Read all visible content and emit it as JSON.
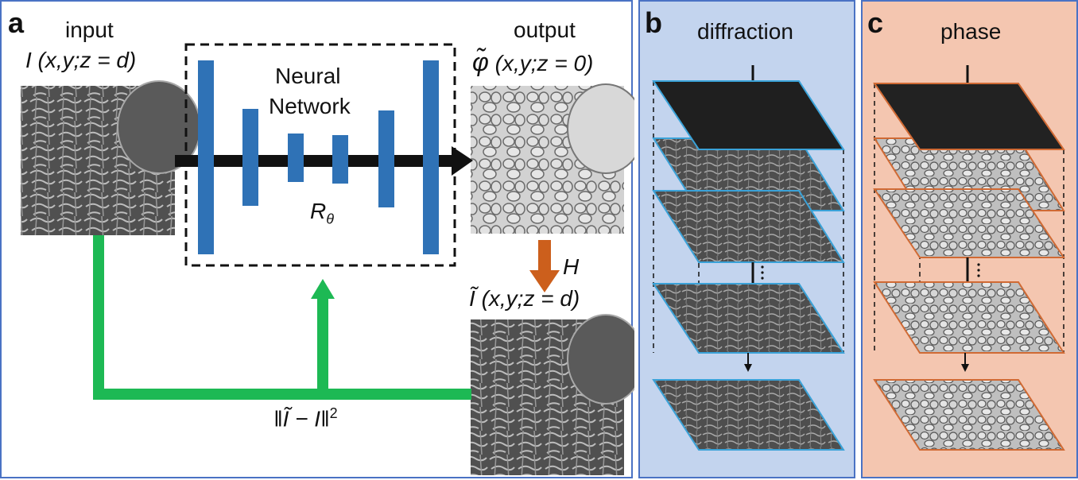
{
  "panel_a": {
    "letter": "a",
    "input_title": "input",
    "input_formula": "I (x,y;z = d)",
    "network_label_line1": "Neural",
    "network_label_line2": "Network",
    "network_symbol": "R",
    "network_symbol_sub": "θ",
    "output_title": "output",
    "output_formula_symbol": "φ̃",
    "output_formula_rest": "(x,y;z = 0)",
    "propagation_label": "H",
    "recon_formula_symbol": "Ĩ",
    "recon_formula_rest": "(x,y;z = d)",
    "loss_label": "‖Ĩ − I‖",
    "loss_exponent": "2"
  },
  "panel_b": {
    "letter": "b",
    "title": "diffraction"
  },
  "panel_c": {
    "letter": "c",
    "title": "phase"
  },
  "colors": {
    "panel_border": "#4a72c4",
    "panel_b_bg": "#c3d4ee",
    "panel_c_bg": "#f4c6b0",
    "layer_blue": "#2f72b6",
    "feedback_green": "#1db954",
    "propagation_orange": "#cc5f1c",
    "plane_edge_b": "#3aa2d8",
    "plane_edge_c": "#d06a34"
  }
}
